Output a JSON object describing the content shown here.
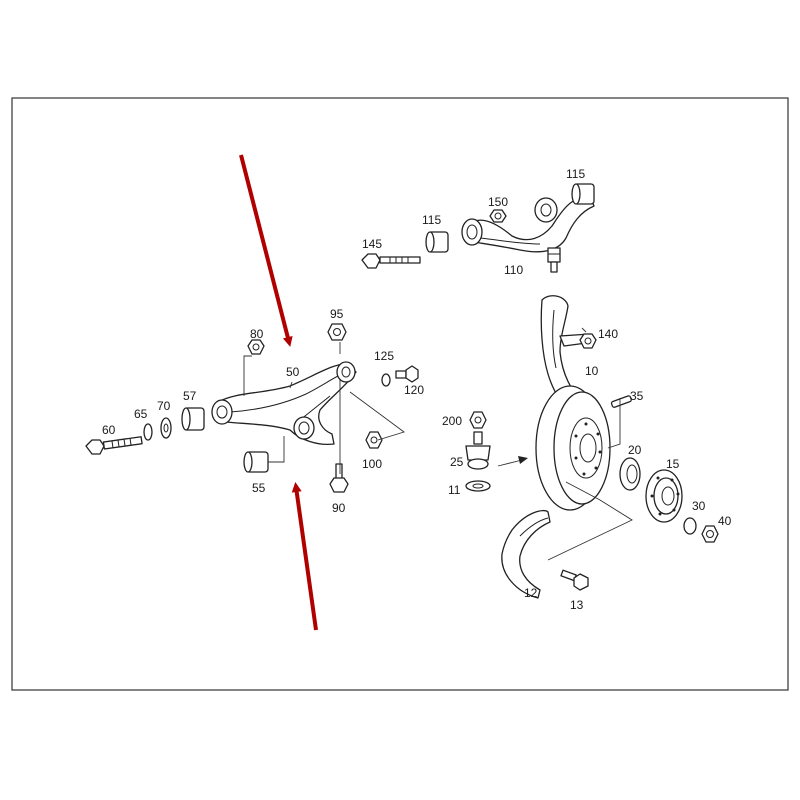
{
  "diagram": {
    "callouts": {
      "c10": "10",
      "c11": "11",
      "c12": "12",
      "c13": "13",
      "c15": "15",
      "c20": "20",
      "c25": "25",
      "c30": "30",
      "c35": "35",
      "c40": "40",
      "c50": "50",
      "c55": "55",
      "c57": "57",
      "c60": "60",
      "c65": "65",
      "c70": "70",
      "c80": "80",
      "c90": "90",
      "c95": "95",
      "c100": "100",
      "c110": "110",
      "c115a": "115",
      "c115b": "115",
      "c120": "120",
      "c125": "125",
      "c140": "140",
      "c145": "145",
      "c150": "150",
      "c200": "200"
    }
  },
  "colors": {
    "frame": "#333333",
    "line": "#222222",
    "arrow_highlight": "#b00000",
    "background": "#ffffff"
  }
}
